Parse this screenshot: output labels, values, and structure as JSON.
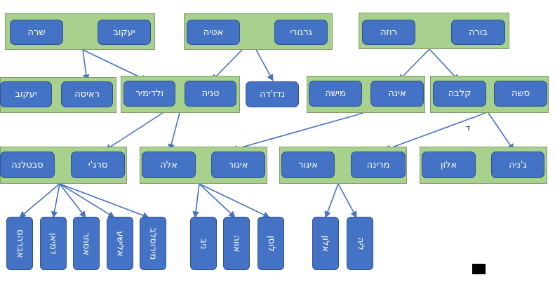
{
  "colors": {
    "couple_bg": "#a9d18e",
    "person_bg": "#4472c4",
    "person_text": "#ffffff",
    "connector": "#4472c4"
  },
  "couples": {
    "top_left": {
      "right": "יעקוב",
      "left": "שרה"
    },
    "top_middle": {
      "right": "גרגורי",
      "left": "אטיה"
    },
    "top_right": {
      "right": "בורה",
      "left": "רוזה"
    },
    "mid_left": {
      "right": "ראיסה",
      "left": "יעקוב"
    },
    "mid_center": {
      "right": "טניה",
      "left": "ולדימיר"
    },
    "mid_right_a": {
      "right": "אינה",
      "left": "מישה"
    },
    "mid_right_b": {
      "right": "סשה",
      "left": "קלבה"
    },
    "low_left": {
      "right": "סרג'י",
      "left": "סבטלנה"
    },
    "low_center": {
      "right": "איגור",
      "left": "אלה"
    },
    "low_right_a": {
      "right": "מרינה",
      "left": "איגור"
    },
    "low_right_b": {
      "right": "ג'ניה",
      "left": "אלון"
    }
  },
  "singles": {
    "nadezhda": "נדז'דה"
  },
  "children": {
    "left_group": [
      "אברהם",
      "דמיאן",
      "אסתר",
      "אלישע",
      "מירוסלב"
    ],
    "center_group": [
      "ניב",
      "אווה",
      "לוסן"
    ],
    "right_group": [
      "אלון",
      "ליה"
    ]
  },
  "stray_text": "ד"
}
